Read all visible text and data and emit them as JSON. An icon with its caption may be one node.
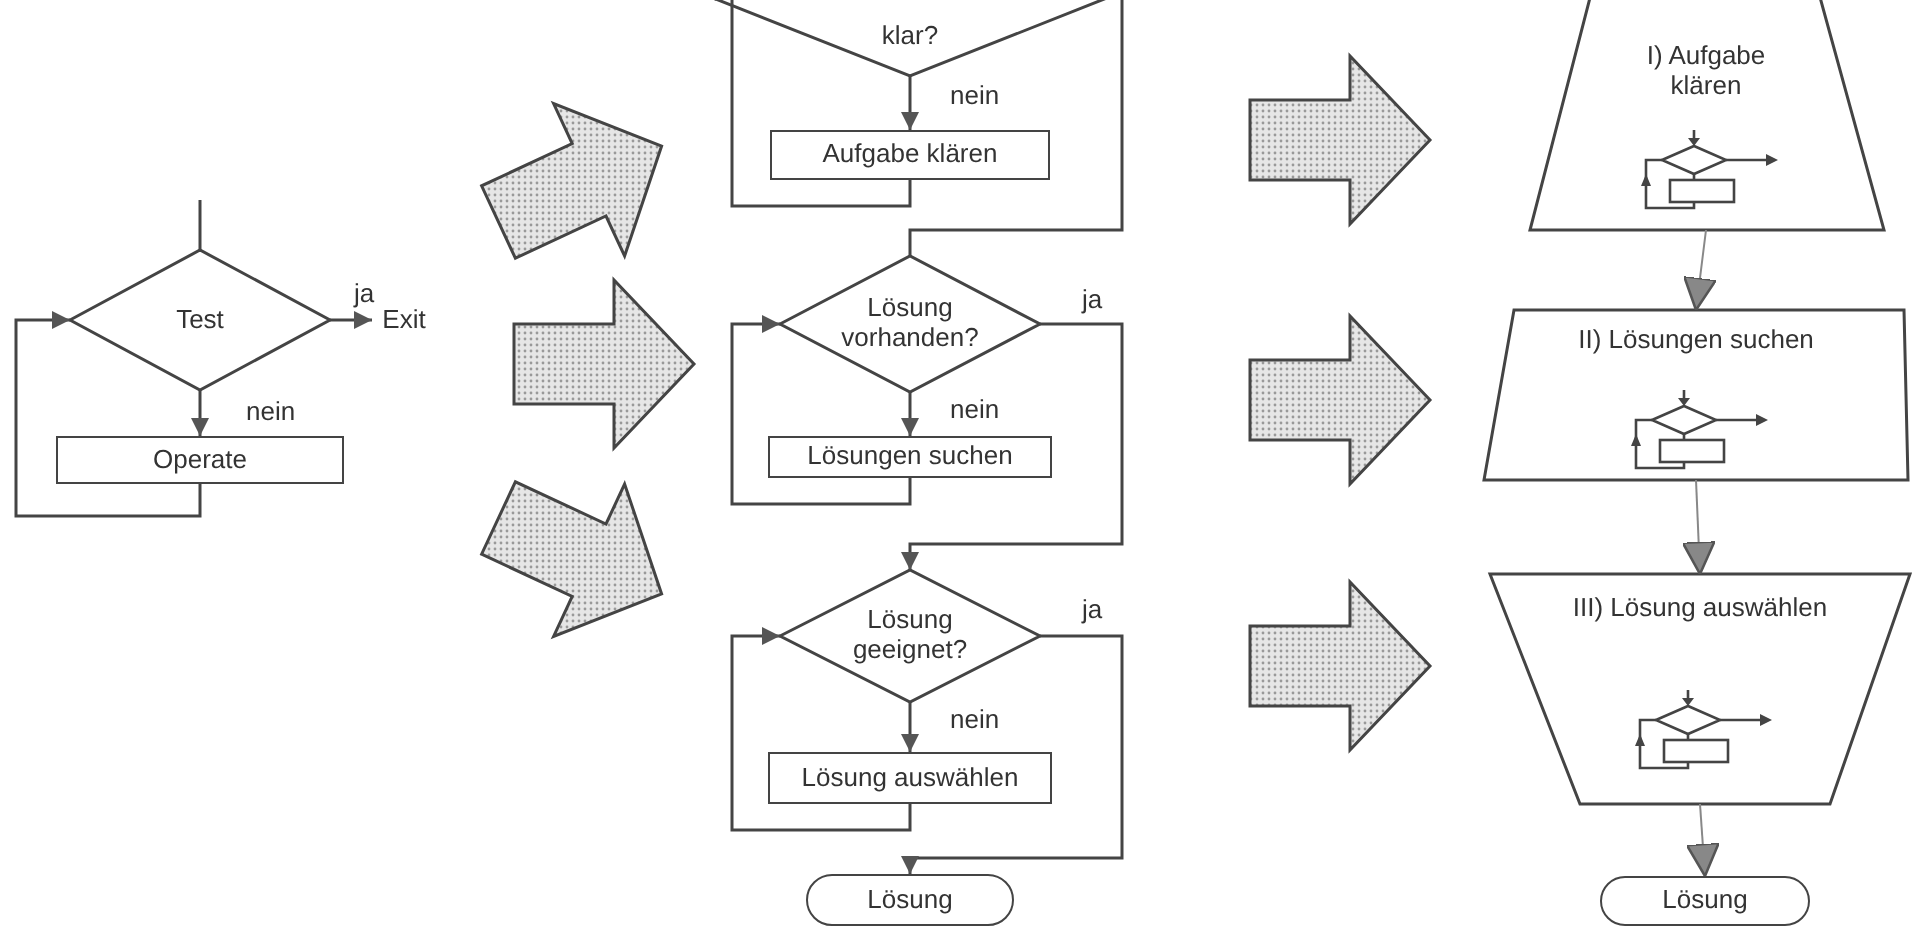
{
  "diagram": {
    "nodes": [
      {
        "text": [
          "Test"
        ]
      },
      {
        "text": [
          "Operate"
        ]
      },
      {
        "text": [
          "Exit"
        ]
      },
      {
        "text": [
          "klar?"
        ]
      },
      {
        "text": [
          "Aufgabe klären"
        ]
      },
      {
        "text": [
          "Lösung vorhanden?"
        ]
      },
      {
        "text": [
          "Lösungen suchen"
        ]
      },
      {
        "text": [
          "Lösung geeignet?"
        ]
      },
      {
        "text": [
          "Lösung auswählen"
        ]
      },
      {
        "text": [
          "Lösung"
        ]
      },
      {
        "text": [
          "I) Aufgabe klären"
        ]
      },
      {
        "text": [
          "II) Lösungen suchen"
        ]
      },
      {
        "text": [
          "III) Lösung auswählen"
        ]
      },
      {
        "text": [
          "Lösung"
        ]
      }
    ],
    "edges": [
      {
        "from": null,
        "to": 0,
        "arrow": "none"
      },
      {
        "from": 0,
        "to": 2,
        "arrow": "to",
        "label": "ja"
      },
      {
        "from": 0,
        "to": 1,
        "arrow": "to",
        "label": "nein"
      },
      {
        "from": 1,
        "to": 0,
        "arrow": "to"
      },
      {
        "from": 3,
        "to": 4,
        "arrow": "to",
        "label": "nein"
      },
      {
        "from": 4,
        "to": 3,
        "arrow": "to"
      },
      {
        "from": 3,
        "to": 5,
        "arrow": "none"
      },
      {
        "from": 5,
        "to": 6,
        "arrow": "to",
        "label": "nein"
      },
      {
        "from": 6,
        "to": 5,
        "arrow": "to"
      },
      {
        "from": 5,
        "to": 7,
        "arrow": "to",
        "label": "ja"
      },
      {
        "from": 7,
        "to": 8,
        "arrow": "to",
        "label": "nein"
      },
      {
        "from": 8,
        "to": 7,
        "arrow": "to"
      },
      {
        "from": 7,
        "to": 9,
        "arrow": "to",
        "label": "ja"
      },
      {
        "from": 10,
        "to": 11,
        "arrow": "to"
      },
      {
        "from": 11,
        "to": 12,
        "arrow": "to"
      },
      {
        "from": 12,
        "to": 13,
        "arrow": "to"
      }
    ]
  }
}
